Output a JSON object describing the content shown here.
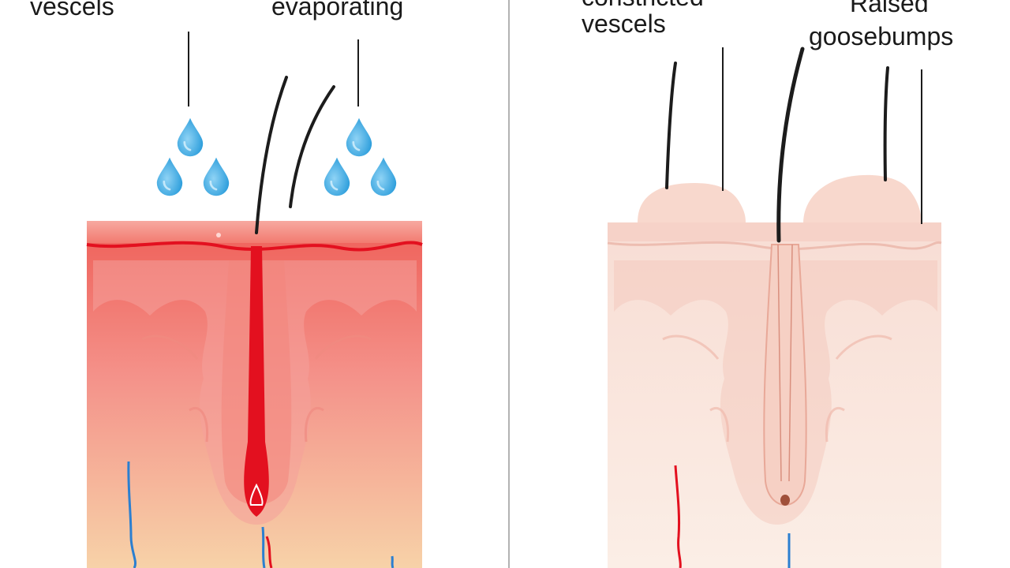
{
  "panels": {
    "left": {
      "labels": {
        "vessels": "vescels",
        "evaporating": "evaporating"
      }
    },
    "right": {
      "labels": {
        "constricted_line1": "constricted",
        "constricted_line2": "vescels",
        "raised_line1": "Raised",
        "raised_line2": "goosebumps"
      }
    }
  },
  "colors": {
    "hot_skin_top": "#f26a5e",
    "hot_skin_bottom": "#f6c9a3",
    "hot_vessel": "#e3101f",
    "cold_skin": "#f9e0d6",
    "cold_skin_edge": "#f1c7bd",
    "sweat_drop": "#3aa9e0",
    "vein_blue": "#2b7fd0",
    "hair": "#1c1c1c",
    "divider": "#9a9a9a"
  },
  "icons": [
    "water-drop-icon"
  ]
}
